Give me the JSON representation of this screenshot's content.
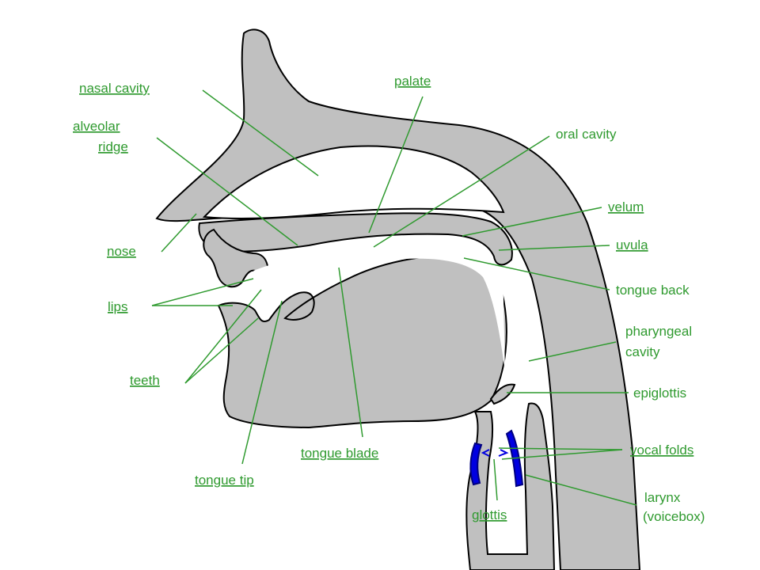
{
  "colors": {
    "tissue": "#c0c0c0",
    "outline": "#000000",
    "background": "#ffffff",
    "label": "#2f9a2f",
    "leader": "#2f9a2f",
    "vocal_folds": "#0000e0"
  },
  "labels": {
    "nasal_cavity": "nasal cavity",
    "palate": "palate",
    "alveolar_1": "alveolar",
    "alveolar_2": "ridge",
    "oral_cavity": "oral cavity",
    "velum": "velum",
    "uvula": "uvula",
    "nose": "nose",
    "lips": "lips",
    "tongue_back": "tongue back",
    "pharyngeal_1": "pharyngeal",
    "pharyngeal_2": "cavity",
    "teeth": "teeth",
    "epiglottis": "epiglottis",
    "tongue_blade": "tongue blade",
    "vocal_folds": "vocal folds",
    "tongue_tip": "tongue tip",
    "glottis": "glottis",
    "larynx_1": "larynx",
    "larynx_2": "(voicebox)"
  }
}
